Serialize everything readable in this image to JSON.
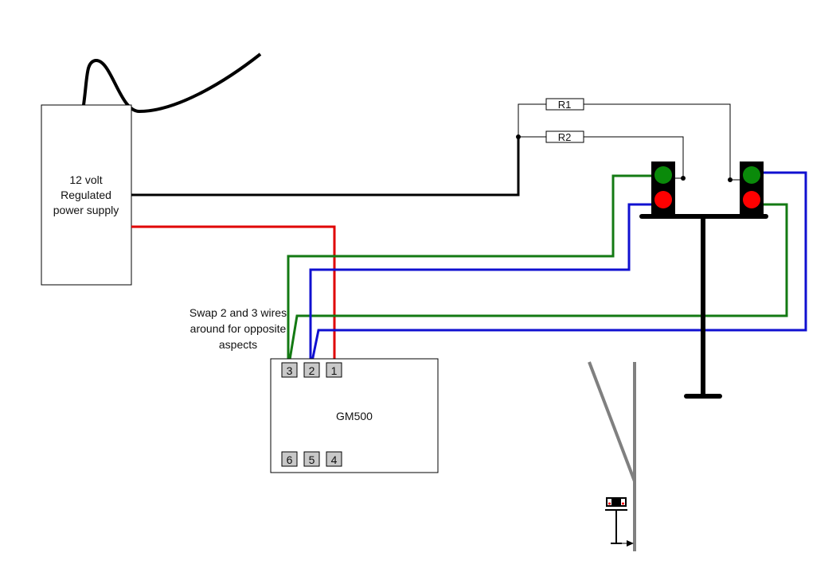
{
  "power_supply": {
    "line1": "12 volt",
    "line2": "Regulated",
    "line3": "power supply"
  },
  "resistors": {
    "r1": "R1",
    "r2": "R2"
  },
  "note": {
    "line1": "Swap 2 and 3 wires",
    "line2": "around for opposite",
    "line3": "aspects"
  },
  "module": {
    "name": "GM500",
    "top_terminals": [
      "3",
      "2",
      "1"
    ],
    "bottom_terminals": [
      "6",
      "5",
      "4"
    ]
  },
  "colors": {
    "black_wire": "#000000",
    "red_wire": "#e00000",
    "green_wire": "#137a13",
    "blue_wire": "#1010d0",
    "lamp_green": "#0a8a0a",
    "lamp_red": "#ff0000",
    "track": "#808080",
    "terminal_fill": "#c8c8c8"
  }
}
